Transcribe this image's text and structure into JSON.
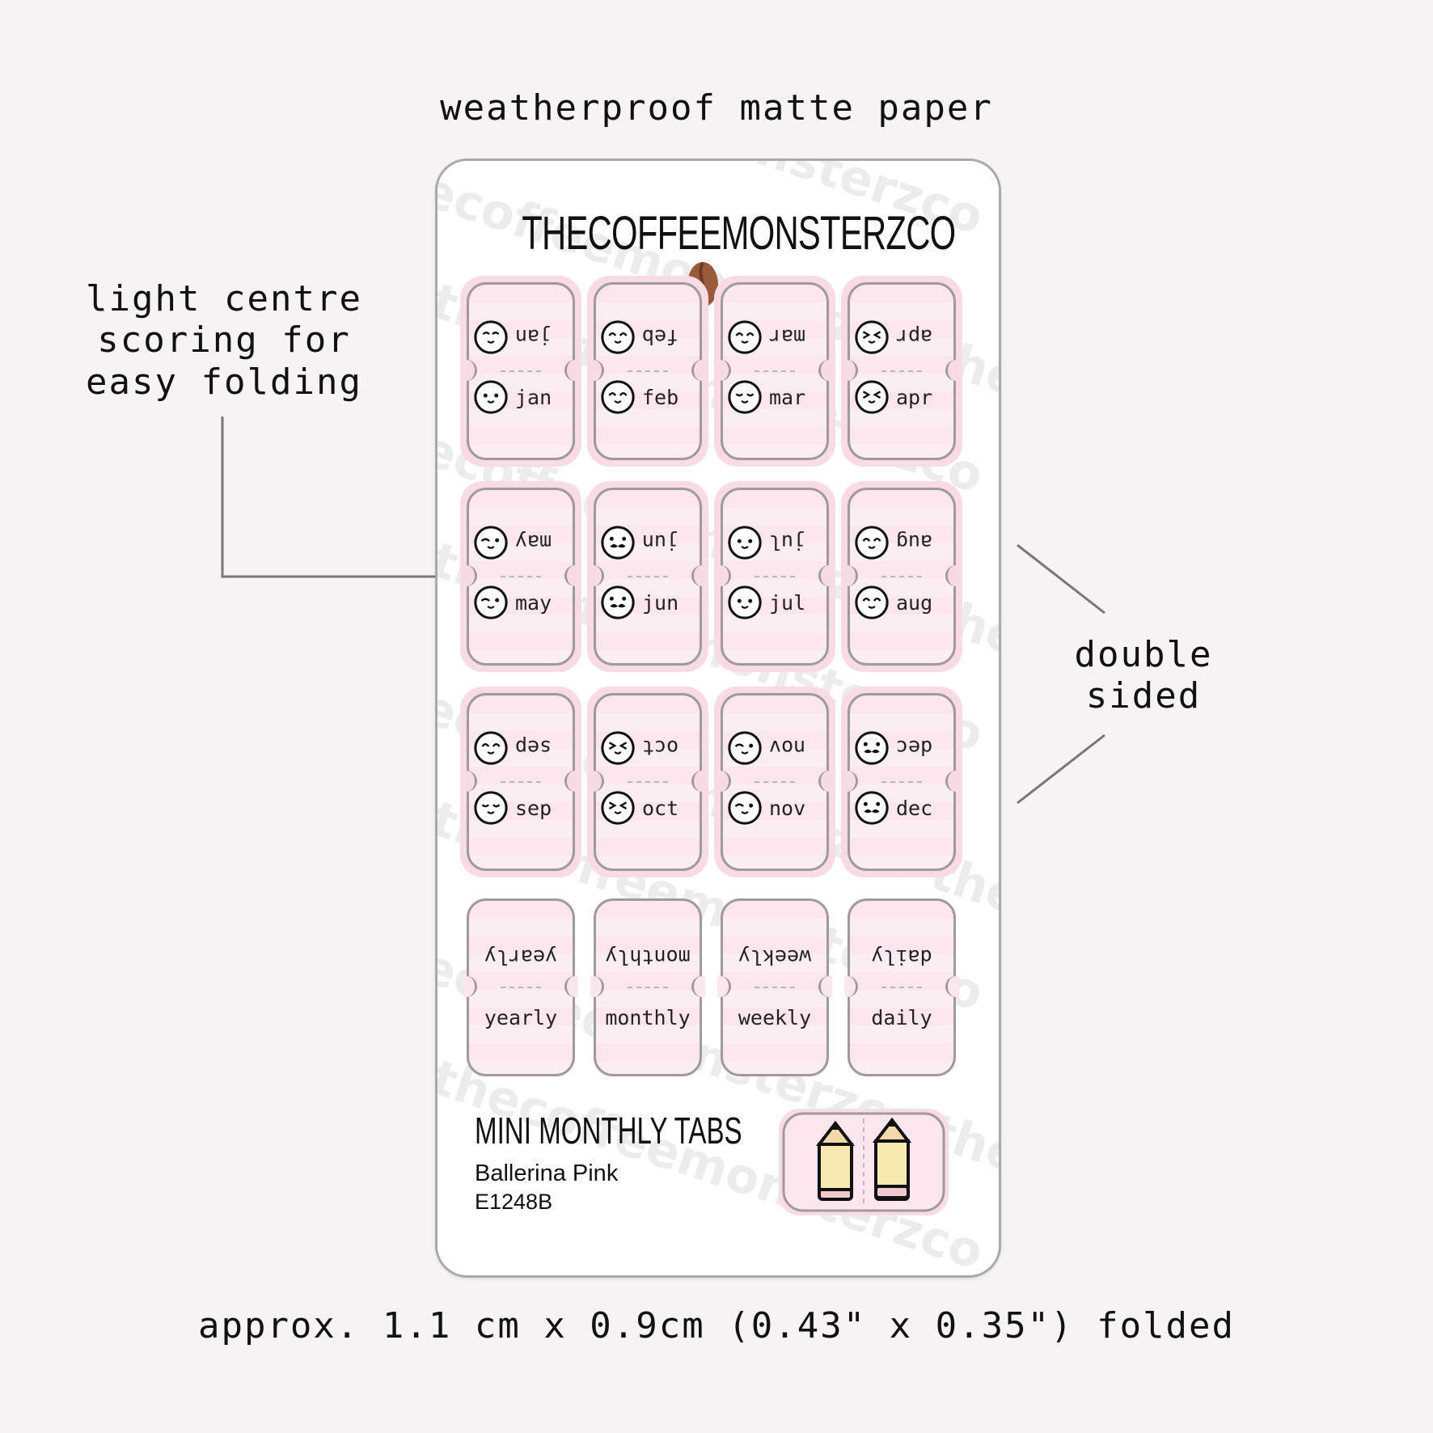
{
  "captions": {
    "top": "weatherproof matte paper",
    "left": "light centre\nscoring for\neasy folding",
    "right": "double\nsided",
    "bottom": "approx. 1.1 cm x 0.9cm (0.43\" x 0.35\") folded"
  },
  "sheet": {
    "brand": "THECOFFEEMONSTERZCO",
    "watermark_text": "thecoffeemonsterzco",
    "product_title": "MINI MONTHLY TABS",
    "product_color": "Ballerina Pink",
    "product_code": "E1248B"
  },
  "month_tabs": [
    {
      "label": "jan",
      "face_top": "smile-closed",
      "face_bottom": "smile-dots"
    },
    {
      "label": "feb",
      "face_top": "happy-arches",
      "face_bottom": "happy-arches"
    },
    {
      "label": "mar",
      "face_top": "happy-arches",
      "face_bottom": "content-closed"
    },
    {
      "label": "apr",
      "face_top": "laugh-squint",
      "face_bottom": "laugh-squint"
    },
    {
      "label": "may",
      "face_top": "wink",
      "face_bottom": "wink"
    },
    {
      "label": "jun",
      "face_top": "mustache",
      "face_bottom": "mustache"
    },
    {
      "label": "jul",
      "face_top": "smile-dots",
      "face_bottom": "smile-dots"
    },
    {
      "label": "aug",
      "face_top": "happy-arches",
      "face_bottom": "happy-arches"
    },
    {
      "label": "sep",
      "face_top": "happy-arches",
      "face_bottom": "content-closed"
    },
    {
      "label": "oct",
      "face_top": "laugh-squint",
      "face_bottom": "laugh-squint"
    },
    {
      "label": "nov",
      "face_top": "wink",
      "face_bottom": "wink"
    },
    {
      "label": "dec",
      "face_top": "mustache",
      "face_bottom": "mustache"
    }
  ],
  "word_tabs": [
    "yearly",
    "monthly",
    "weekly",
    "daily"
  ],
  "colors": {
    "tab_pink": "#fde6ed",
    "tab_outline": "#a09a9c",
    "coffee_bean": "#9c5a3c"
  },
  "icons": [
    "coffee-bean-icon",
    "pencil-icon"
  ]
}
